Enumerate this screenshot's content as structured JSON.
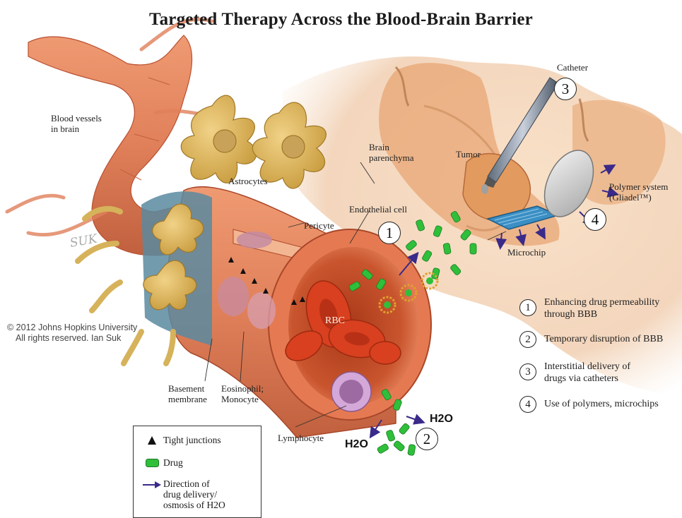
{
  "title": "Targeted Therapy Across the Blood-Brain Barrier",
  "labels": {
    "blood_vessels": "Blood vessels\nin brain",
    "astrocytes": "Astrocytes",
    "brain_parenchyma": "Brain\nparenchyma",
    "tumor": "Tumor",
    "catheter": "Catheter",
    "endothelial_cell": "Endothelial cell",
    "pericyte": "Pericyte",
    "polymer_system": "Polymer system\n(Gliadel™)",
    "microchip": "Microchip",
    "rbc": "RBC",
    "basement_membrane": "Basement\nmembrane",
    "eosinophil": "Eosinophil;\nMonocyte",
    "lymphocyte": "Lymphocyte",
    "h2o": "H2O",
    "signature": "SUK"
  },
  "callout_numbers": [
    "1",
    "2",
    "3",
    "4"
  ],
  "copyright": {
    "line1": "© 2012 Johns Hopkins University",
    "line2": "All rights reserved. Ian Suk"
  },
  "approaches": [
    {
      "num": "1",
      "text": "Enhancing drug permeability\nthrough BBB"
    },
    {
      "num": "2",
      "text": "Temporary disruption of BBB"
    },
    {
      "num": "3",
      "text": "Interstitial delivery of\ndrugs via catheters"
    },
    {
      "num": "4",
      "text": "Use of polymers, microchips"
    }
  ],
  "legend": [
    {
      "icon": "triangle-icon",
      "text": "Tight junctions"
    },
    {
      "icon": "drug-capsule-icon",
      "text": "Drug"
    },
    {
      "icon": "arrow-icon",
      "text": "Direction of\ndrug delivery/\nosmosis of H2O"
    }
  ],
  "colors": {
    "vessel": "#e0805a",
    "vessel_dark": "#b94f30",
    "astrocyte": "#d9b55a",
    "brain_tissue": "#eab98c",
    "drug": "#2fbf3a",
    "arrow": "#3a2a8a",
    "rbc": "#d8401f",
    "basement": "#5a8aa0"
  }
}
